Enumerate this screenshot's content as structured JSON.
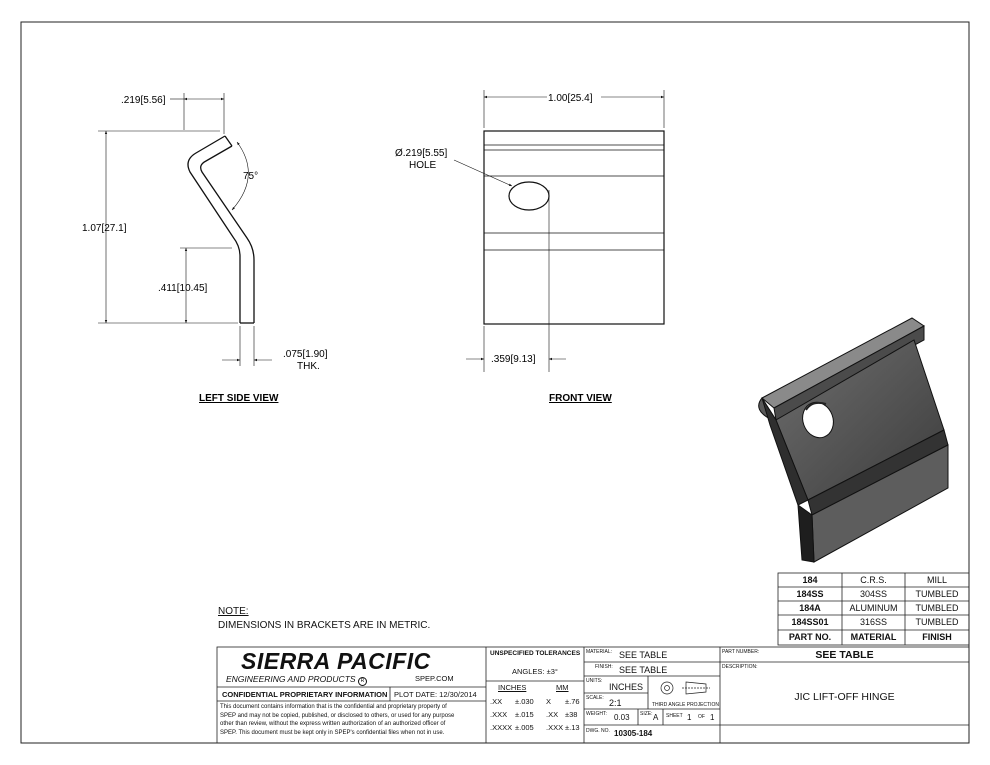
{
  "views": {
    "left_side_label": "LEFT SIDE VIEW",
    "front_label": "FRONT VIEW"
  },
  "dims": {
    "top_width": ".219",
    "top_width_mm": "5.56",
    "height": "1.07",
    "height_mm": "27.1",
    "lower": ".411",
    "lower_mm": "10.45",
    "angle": "75°",
    "thk": ".075",
    "thk_mm": "1.90",
    "thk_label": "THK.",
    "width": "1.00",
    "width_mm": "25.4",
    "hole_dia": "Ø.219",
    "hole_mm": "5.55",
    "hole_label": "HOLE",
    "hole_pos": ".359",
    "hole_pos_mm": "9.13"
  },
  "parts_table": {
    "rows": [
      {
        "part": "184",
        "material": "C.R.S.",
        "finish": "MILL"
      },
      {
        "part": "184SS",
        "material": "304SS",
        "finish": "TUMBLED"
      },
      {
        "part": "184A",
        "material": "ALUMINUM",
        "finish": "TUMBLED"
      },
      {
        "part": "184SS01",
        "material": "316SS",
        "finish": "TUMBLED"
      }
    ],
    "header": {
      "part": "PART NO.",
      "material": "MATERIAL",
      "finish": "FINISH"
    }
  },
  "notes": {
    "title": "NOTE:",
    "text": "DIMENSIONS IN BRACKETS ARE IN METRIC."
  },
  "title_block": {
    "company": "SIERRA PACIFIC",
    "company_sub": "ENGINEERING AND PRODUCTS",
    "registered": "R",
    "website": "SPEP.COM",
    "confidential_title": "CONFIDENTIAL PROPRIETARY INFORMATION",
    "plot_date": "PLOT DATE: 12/30/2014",
    "confidential_text_1": "This document contains information that is the confidential and proprietary property of",
    "confidential_text_2": "SPEP and may not be copied, published, or disclosed to others, or used for any purpose",
    "confidential_text_3": "other than review, without the express written authorization of an authorized officer of",
    "confidential_text_4": "SPEP. This document must be kept only in SPEP's confidential files when not in use.",
    "tol_title": "UNSPECIFIED TOLERANCES",
    "angles": "ANGLES: ±3°",
    "inches_h": "INCHES",
    "mm_h": "MM",
    "tol_rows": [
      {
        "in_p": ".XX",
        "in_v": "±.030",
        "mm_p": "X",
        "mm_v": "±.76"
      },
      {
        "in_p": ".XXX",
        "in_v": "±.015",
        "mm_p": ".XX",
        "mm_v": "±38"
      },
      {
        "in_p": ".XXXX",
        "in_v": "±.005",
        "mm_p": ".XXX",
        "mm_v": "±.13"
      }
    ],
    "material_lbl": "MATERIAL:",
    "material": "SEE TABLE",
    "finish_lbl": "FINISH:",
    "finish": "SEE TABLE",
    "units_lbl": "UNITS:",
    "units": "INCHES",
    "scale_lbl": "SCALE:",
    "scale": "2:1",
    "projection": "THIRD ANGLE PROJECTION",
    "weight_lbl": "WEIGHT:",
    "weight": "0.03",
    "size_lbl": "SIZE:",
    "size": "A",
    "sheet_lbl": "SHEET",
    "sheet": "1",
    "of_lbl": "OF",
    "of": "1",
    "dwg_lbl": "DWG. NO.",
    "dwg": "10305-184",
    "part_number_lbl": "PART NUMBER:",
    "part_number": "SEE TABLE",
    "description_lbl": "DESCRIPTION:",
    "description": "JIC LIFT-OFF HINGE"
  }
}
